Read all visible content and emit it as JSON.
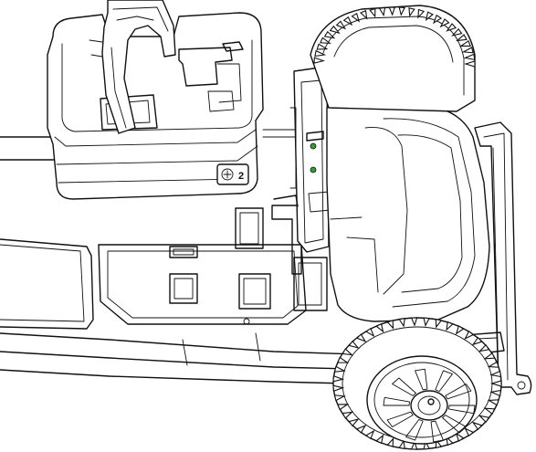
{
  "diagram": {
    "parts": [
      "battery-pack",
      "carry-handle",
      "scooter-deck",
      "rear-drive-unit",
      "rear-wheel",
      "anti-tip-bar",
      "seat-post-bracket"
    ],
    "battery_label_mark": "2",
    "colors": {
      "line": "#111111",
      "background": "#ffffff",
      "indicator": "#3a9a3a"
    }
  }
}
